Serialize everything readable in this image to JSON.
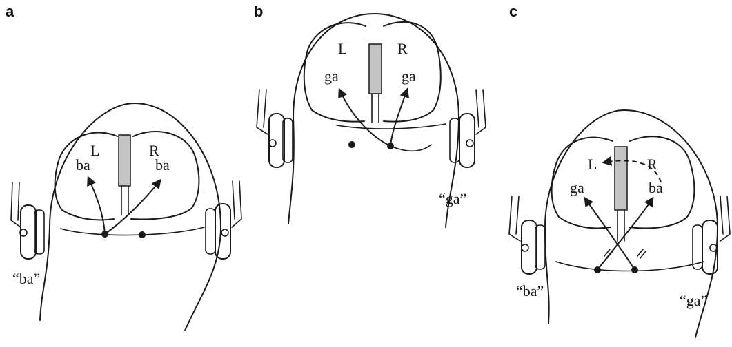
{
  "panels": [
    {
      "letter": "a",
      "left_hemisphere_label": "L",
      "right_hemisphere_label": "R",
      "left_syllable": "ba",
      "right_syllable": "ba",
      "ear_labels": [
        "“ba”"
      ]
    },
    {
      "letter": "b",
      "left_hemisphere_label": "L",
      "right_hemisphere_label": "R",
      "left_syllable": "ga",
      "right_syllable": "ga",
      "ear_labels": [
        "“ga”"
      ]
    },
    {
      "letter": "c",
      "left_hemisphere_label": "L",
      "right_hemisphere_label": "R",
      "left_syllable": "ga",
      "right_syllable": "ba",
      "ear_labels": [
        "“ba”",
        "“ga”"
      ]
    }
  ]
}
